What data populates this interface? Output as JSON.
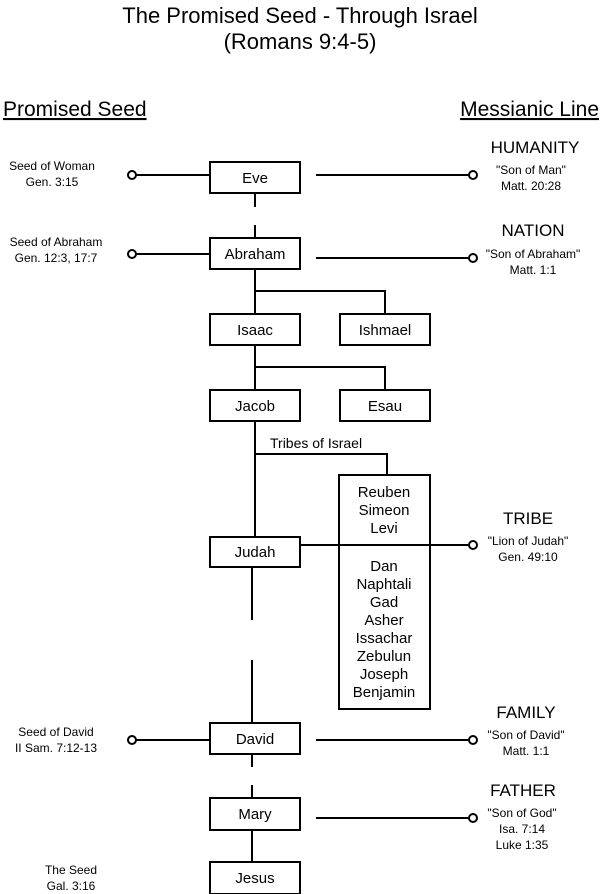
{
  "title": "The Promised Seed - Through Israel",
  "subtitle": "(Romans 9:4-5)",
  "left_heading": "Promised Seed",
  "right_heading": "Messianic Line",
  "tribes_label": "Tribes of Israel",
  "nodes": {
    "eve": "Eve",
    "abraham": "Abraham",
    "isaac": "Isaac",
    "ishmael": "Ishmael",
    "jacob": "Jacob",
    "esau": "Esau",
    "judah": "Judah",
    "david": "David",
    "mary": "Mary",
    "jesus": "Jesus"
  },
  "tribes_top": [
    "Reuben",
    "Simeon",
    "Levi"
  ],
  "tribes_bottom": [
    "Dan",
    "Naphtali",
    "Gad",
    "Asher",
    "Issachar",
    "Zebulun",
    "Joseph",
    "Benjamin"
  ],
  "left_notes": {
    "woman": [
      "Seed of Woman",
      "Gen. 3:15"
    ],
    "abraham": [
      "Seed of Abraham",
      "Gen. 12:3, 17:7"
    ],
    "david": [
      "Seed of David",
      "II Sam. 7:12-13"
    ],
    "seed": [
      "The Seed",
      "Gal. 3:16"
    ]
  },
  "right_notes": {
    "humanity": {
      "label": "HUMANITY",
      "lines": [
        "\"Son of Man\"",
        "Matt. 20:28"
      ]
    },
    "nation": {
      "label": "NATION",
      "lines": [
        "\"Son of Abraham\"",
        "Matt. 1:1"
      ]
    },
    "tribe": {
      "label": "TRIBE",
      "lines": [
        "\"Lion of Judah\"",
        "Gen. 49:10"
      ]
    },
    "family": {
      "label": "FAMILY",
      "lines": [
        "\"Son of David\"",
        "Matt. 1:1"
      ]
    },
    "father": {
      "label": "FATHER",
      "lines": [
        "\"Son of God\"",
        "Isa. 7:14",
        "Luke 1:35"
      ]
    }
  }
}
